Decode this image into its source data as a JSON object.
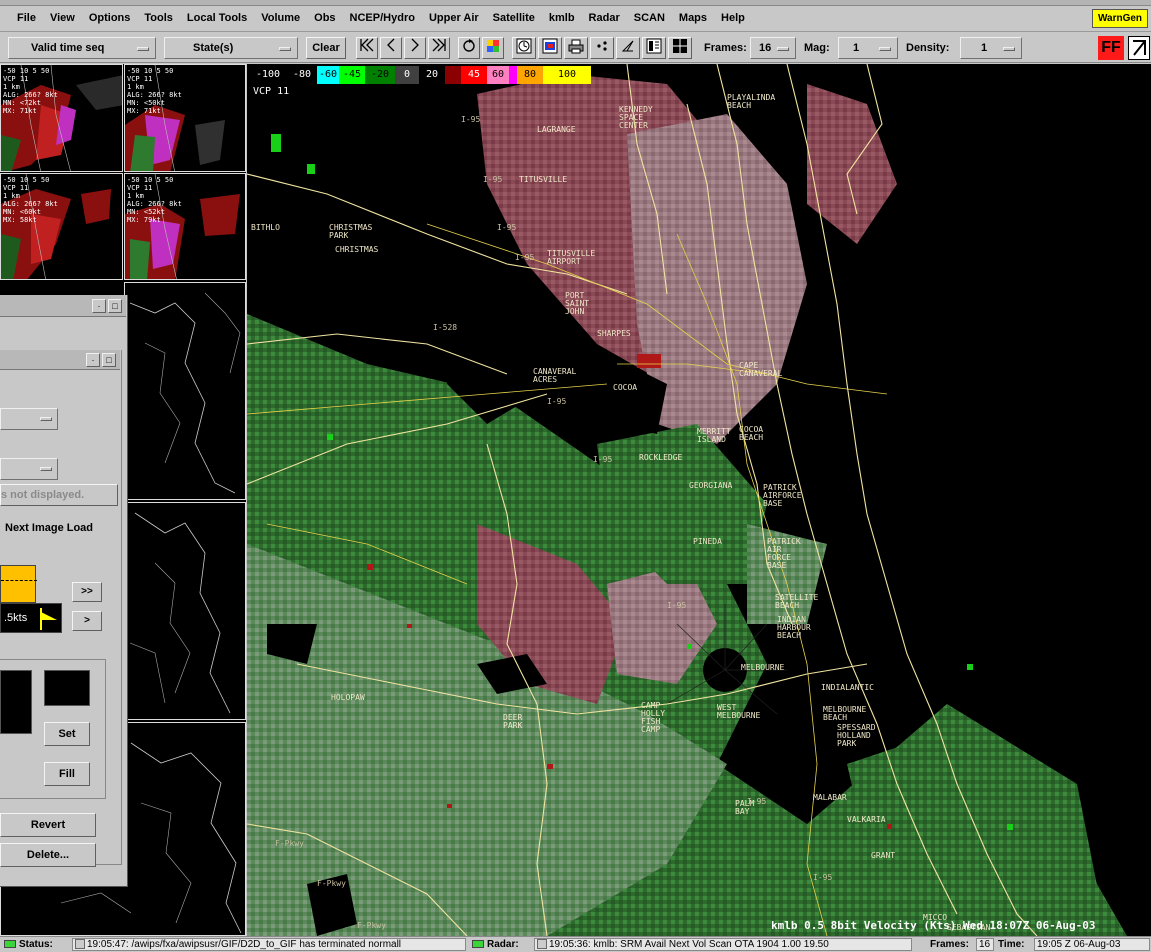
{
  "menubar": {
    "items": [
      "File",
      "View",
      "Options",
      "Tools",
      "Local Tools",
      "Volume",
      "Obs",
      "NCEP/Hydro",
      "Upper Air",
      "Satellite",
      "kmlb",
      "Radar",
      "SCAN",
      "Maps",
      "Help"
    ],
    "warngen": "WarnGen"
  },
  "toolbar": {
    "time_mode": "Valid time seq",
    "scale": "State(s)",
    "clear": "Clear",
    "frames_label": "Frames:",
    "frames_value": "16",
    "mag_label": "Mag:",
    "mag_value": "1",
    "density_label": "Density:",
    "density_value": "1",
    "ff_label": "FF"
  },
  "thumbnails": [
    {
      "label": "-50 10 5 50\nVCP 11\n1 km\nALG: 266? 8kt\nMN: <72kt\nMX: 71kt"
    },
    {
      "label": "-50 10 5 50\nVCP 11\n1 km\nALG: 266? 8kt\nMN: <50kt\nMX: 71kt"
    },
    {
      "label": "-50 10 5 50\nVCP 11\n1 km\nALG: 266? 8kt\nMN: <60kt\nMX: 58kt"
    },
    {
      "label": "-50 10 5 50\nVCP 11\n1 km\nALG: 266? 8kt\nMN: <52kt\nMX: 79kt"
    }
  ],
  "dialog": {
    "not_displayed": "s not displayed.",
    "next_image_load": "Next Image Load",
    "forward_all": ">>",
    "forward": ">",
    "speed": ".5kts",
    "set": "Set",
    "fill": "Fill",
    "revert": "Revert",
    "delete": "Delete..."
  },
  "radar": {
    "colorbar": [
      {
        "label": "-100",
        "bg": "#000000",
        "fg": "#ffffff",
        "w": 38
      },
      {
        "label": "-80",
        "bg": "#000000",
        "fg": "#ffffff",
        "w": 30
      },
      {
        "label": "-60",
        "bg": "#00ffff",
        "fg": "#000000",
        "w": 22
      },
      {
        "label": "-45",
        "bg": "#00ff00",
        "fg": "#000000",
        "w": 26
      },
      {
        "label": "-20",
        "bg": "#008000",
        "fg": "#000000",
        "w": 30
      },
      {
        "label": "0",
        "bg": "#404040",
        "fg": "#ffffff",
        "w": 24
      },
      {
        "label": "20",
        "bg": "#000000",
        "fg": "#ffffff",
        "w": 26
      },
      {
        "label": "",
        "bg": "#8b0000",
        "fg": "#ffffff",
        "w": 16
      },
      {
        "label": "45",
        "bg": "#ff0000",
        "fg": "#ffffff",
        "w": 26
      },
      {
        "label": "60",
        "bg": "#ff80c0",
        "fg": "#000000",
        "w": 22
      },
      {
        "label": "",
        "bg": "#ff00ff",
        "fg": "#ffffff",
        "w": 8
      },
      {
        "label": "80",
        "bg": "#ffa500",
        "fg": "#000000",
        "w": 26
      },
      {
        "label": "100",
        "bg": "#ffff00",
        "fg": "#000000",
        "w": 48
      }
    ],
    "vcp": "VCP 11",
    "product_info": "kmlb 0.5 8bit Velocity (Kts) Wed 18:07Z 06-Aug-03",
    "cities": [
      {
        "name": "PLAYALINDA\nBEACH"
      },
      {
        "name": "KENNEDY\nSPACE\nCENTER"
      },
      {
        "name": "LAGRANGE"
      },
      {
        "name": "TITUSVILLE"
      },
      {
        "name": "BITHLO"
      },
      {
        "name": "CHRISTMAS\nPARK"
      },
      {
        "name": "CHRISTMAS"
      },
      {
        "name": "TITUSVILLE\nAIRPORT"
      },
      {
        "name": "PORT\nSAINT\nJOHN"
      },
      {
        "name": "SHARPES"
      },
      {
        "name": "CAPE\nCANAVERAL"
      },
      {
        "name": "CANAVERAL\nACRES"
      },
      {
        "name": "COCOA"
      },
      {
        "name": "COCOA\nBEACH"
      },
      {
        "name": "MERRITT\nISLAND"
      },
      {
        "name": "ROCKLEDGE"
      },
      {
        "name": "GEORGIANA"
      },
      {
        "name": "PATRICK\nAIRFORCE\nBASE"
      },
      {
        "name": "PATRICK\nAIR\nFORCE\nBASE"
      },
      {
        "name": "PINEDA"
      },
      {
        "name": "SATELLITE\nBEACH"
      },
      {
        "name": "INDIAN\nHARBOUR\nBEACH"
      },
      {
        "name": "MELBOURNE"
      },
      {
        "name": "INDIALANTIC"
      },
      {
        "name": "MELBOURNE\nBEACH"
      },
      {
        "name": "HOLOPAW"
      },
      {
        "name": "DEER\nPARK"
      },
      {
        "name": "CAMP\nHOLLY\nFISH\nCAMP"
      },
      {
        "name": "WEST\nMELBOURNE"
      },
      {
        "name": "SPESSARD\nHOLLAND\nPARK"
      },
      {
        "name": "MALABAR"
      },
      {
        "name": "PALM\nBAY"
      },
      {
        "name": "VALKARIA"
      },
      {
        "name": "GRANT"
      },
      {
        "name": "MICCO"
      },
      {
        "name": "SEBASTIAN"
      }
    ],
    "roads": [
      "I-95",
      "I-95",
      "I-95",
      "I-528",
      "I-95",
      "I-95",
      "I-95",
      "I-95",
      "I-95",
      "I-95",
      "F-Pkwy",
      "F-Pkwy",
      "F-Pkwy"
    ]
  },
  "statusbar": {
    "status_label": "Status:",
    "status_text": "19:05:47: /awips/fxa/awipsusr/GIF/D2D_to_GIF has terminated normall",
    "radar_label": "Radar:",
    "radar_text": "19:05:36: kmlb: SRM  Avail Next Vol Scan OTA 1904  1.00  19.50",
    "frames_label": "Frames:",
    "frames_value": "16",
    "time_label": "Time:",
    "time_value": "19:05 Z 06-Aug-03",
    "indicator_color": "#3ad53a"
  }
}
